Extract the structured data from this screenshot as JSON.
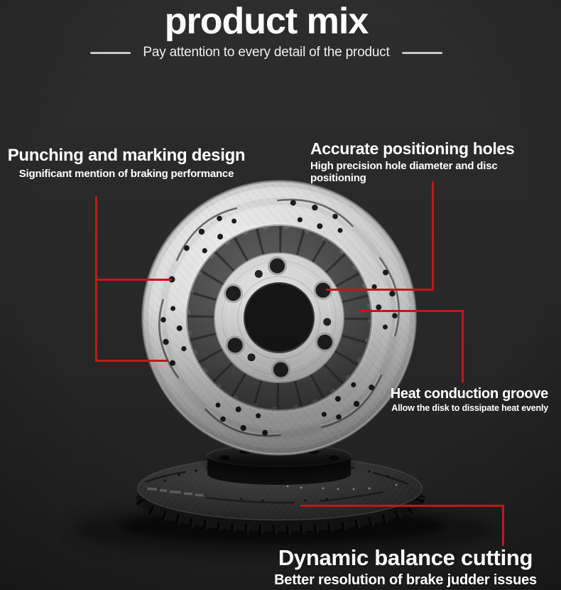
{
  "header": {
    "title": "product mix",
    "subtitle": "Pay attention to every detail of the product"
  },
  "callouts": {
    "punching": {
      "title": "Punching and marking design",
      "subtitle": "Significant mention of braking performance"
    },
    "positioning": {
      "title": "Accurate positioning holes",
      "subtitle": "High precision hole diameter and disc positioning"
    },
    "heat": {
      "title": "Heat conduction groove",
      "subtitle": "Allow the disk to dissipate heat evenly"
    },
    "balance": {
      "title": "Dynamic balance cutting",
      "subtitle": "Better resolution of brake judder issues"
    }
  },
  "colors": {
    "background": "#272727",
    "accent_red": "#c4161c",
    "text_primary": "#ffffff",
    "divider": "#c8c8c8"
  }
}
